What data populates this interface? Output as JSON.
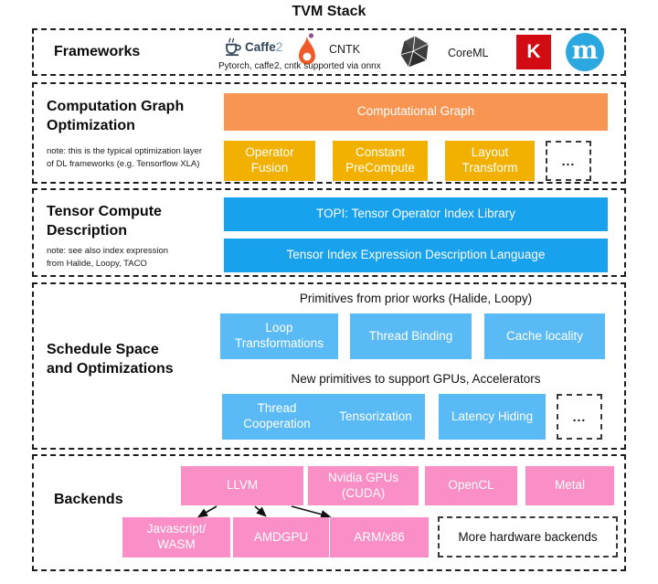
{
  "title": "TVM Stack",
  "colors": {
    "orange": "#F89552",
    "gold": "#F2B100",
    "blue": "#18A1EC",
    "light_blue": "#5ABAF5",
    "pink": "#F98FC6",
    "keras_red": "#D20A11",
    "mxnet_blue": "#2CA8E0",
    "pytorch_orange": "#F05A28",
    "caffe_navy": "#32465C"
  },
  "frameworks": {
    "label": "Frameworks",
    "caffe2_name": "Caffe",
    "caffe2_num": "2",
    "cntk": "CNTK",
    "onnx_note": "Pytorch, caffe2, cntk supported via onnx",
    "coreml": "CoreML",
    "keras_letter": "K",
    "mxnet_letter": "m",
    "icons": [
      "caffe2-cup-icon",
      "pytorch-flame-icon",
      "onnx-polyhedron-icon",
      "keras-square-icon",
      "mxnet-circle-icon"
    ]
  },
  "graph_opt": {
    "label": [
      "Computation Graph",
      "Optimization"
    ],
    "note": [
      "note: this is the typical optimization layer",
      "of DL frameworks (e.g. Tensorflow XLA)"
    ],
    "main_bar": "Computational Graph",
    "boxes": [
      "Operator\nFusion",
      "Constant\nPreCompute",
      "Layout\nTransform"
    ],
    "ellipsis": "..."
  },
  "tensor": {
    "label": [
      "Tensor Compute",
      "Description"
    ],
    "note": [
      "note: see also index expression",
      "from Halide, Loopy, TACO"
    ],
    "bars": [
      "TOPI: Tensor Operator Index Library",
      "Tensor Index Expression Description Language"
    ]
  },
  "schedule": {
    "label": [
      "Schedule Space",
      "and Optimizations"
    ],
    "heading1": "Primitives from prior works (Halide, Loopy)",
    "row1": [
      "Loop\nTransformations",
      "Thread Binding",
      "Cache locality"
    ],
    "heading2": "New primitives to support GPUs, Accelerators",
    "row2": [
      "Thread\nCooperation",
      "Tensorization",
      "Latency Hiding"
    ],
    "ellipsis": "..."
  },
  "backends": {
    "label": "Backends",
    "row1": [
      "LLVM",
      "Nvidia GPUs\n(CUDA)",
      "OpenCL",
      "Metal"
    ],
    "row2": [
      "Javascript/\nWASM",
      "AMDGPU",
      "ARM/x86"
    ],
    "more": "More hardware backends"
  }
}
